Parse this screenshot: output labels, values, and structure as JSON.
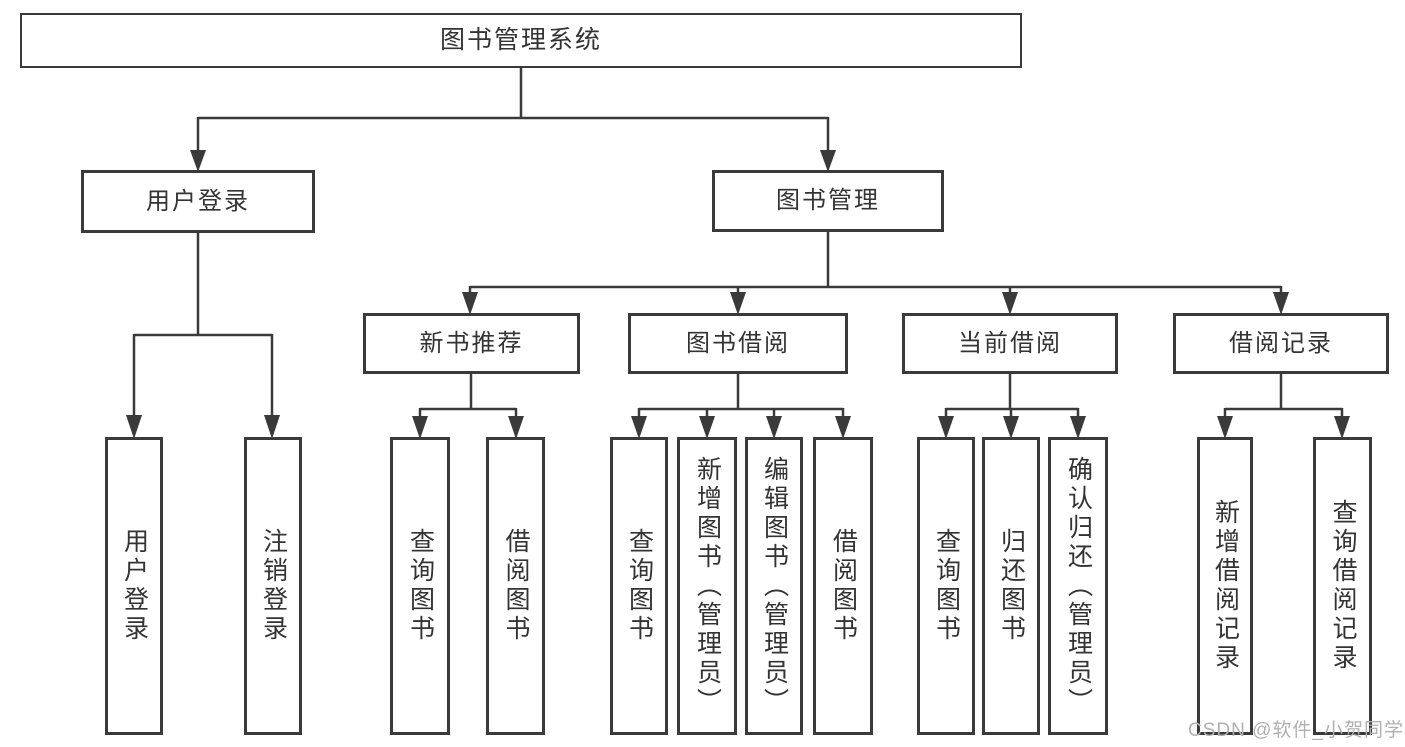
{
  "diagram": {
    "root": {
      "label": "图书管理系统"
    },
    "level2": [
      {
        "label": "用户登录",
        "children": [
          {
            "label": "用户登录"
          },
          {
            "label": "注销登录"
          }
        ]
      },
      {
        "label": "图书管理",
        "children": [
          {
            "label": "新书推荐",
            "children": [
              {
                "label": "查询图书"
              },
              {
                "label": "借阅图书"
              }
            ]
          },
          {
            "label": "图书借阅",
            "children": [
              {
                "label": "查询图书"
              },
              {
                "label": "新增图书（管理员）"
              },
              {
                "label": "编辑图书（管理员）"
              },
              {
                "label": "借阅图书"
              }
            ]
          },
          {
            "label": "当前借阅",
            "children": [
              {
                "label": "查询图书"
              },
              {
                "label": "归还图书"
              },
              {
                "label": "确认归还（管理员）"
              }
            ]
          },
          {
            "label": "借阅记录",
            "children": [
              {
                "label": "新增借阅记录"
              },
              {
                "label": "查询借阅记录"
              }
            ]
          }
        ]
      }
    ]
  },
  "watermark": "CSDN @软件_小贺同学",
  "colors": {
    "line": "#3a3a3a",
    "text": "#333333",
    "watermark": "#b0b0b0",
    "background": "#ffffff"
  }
}
